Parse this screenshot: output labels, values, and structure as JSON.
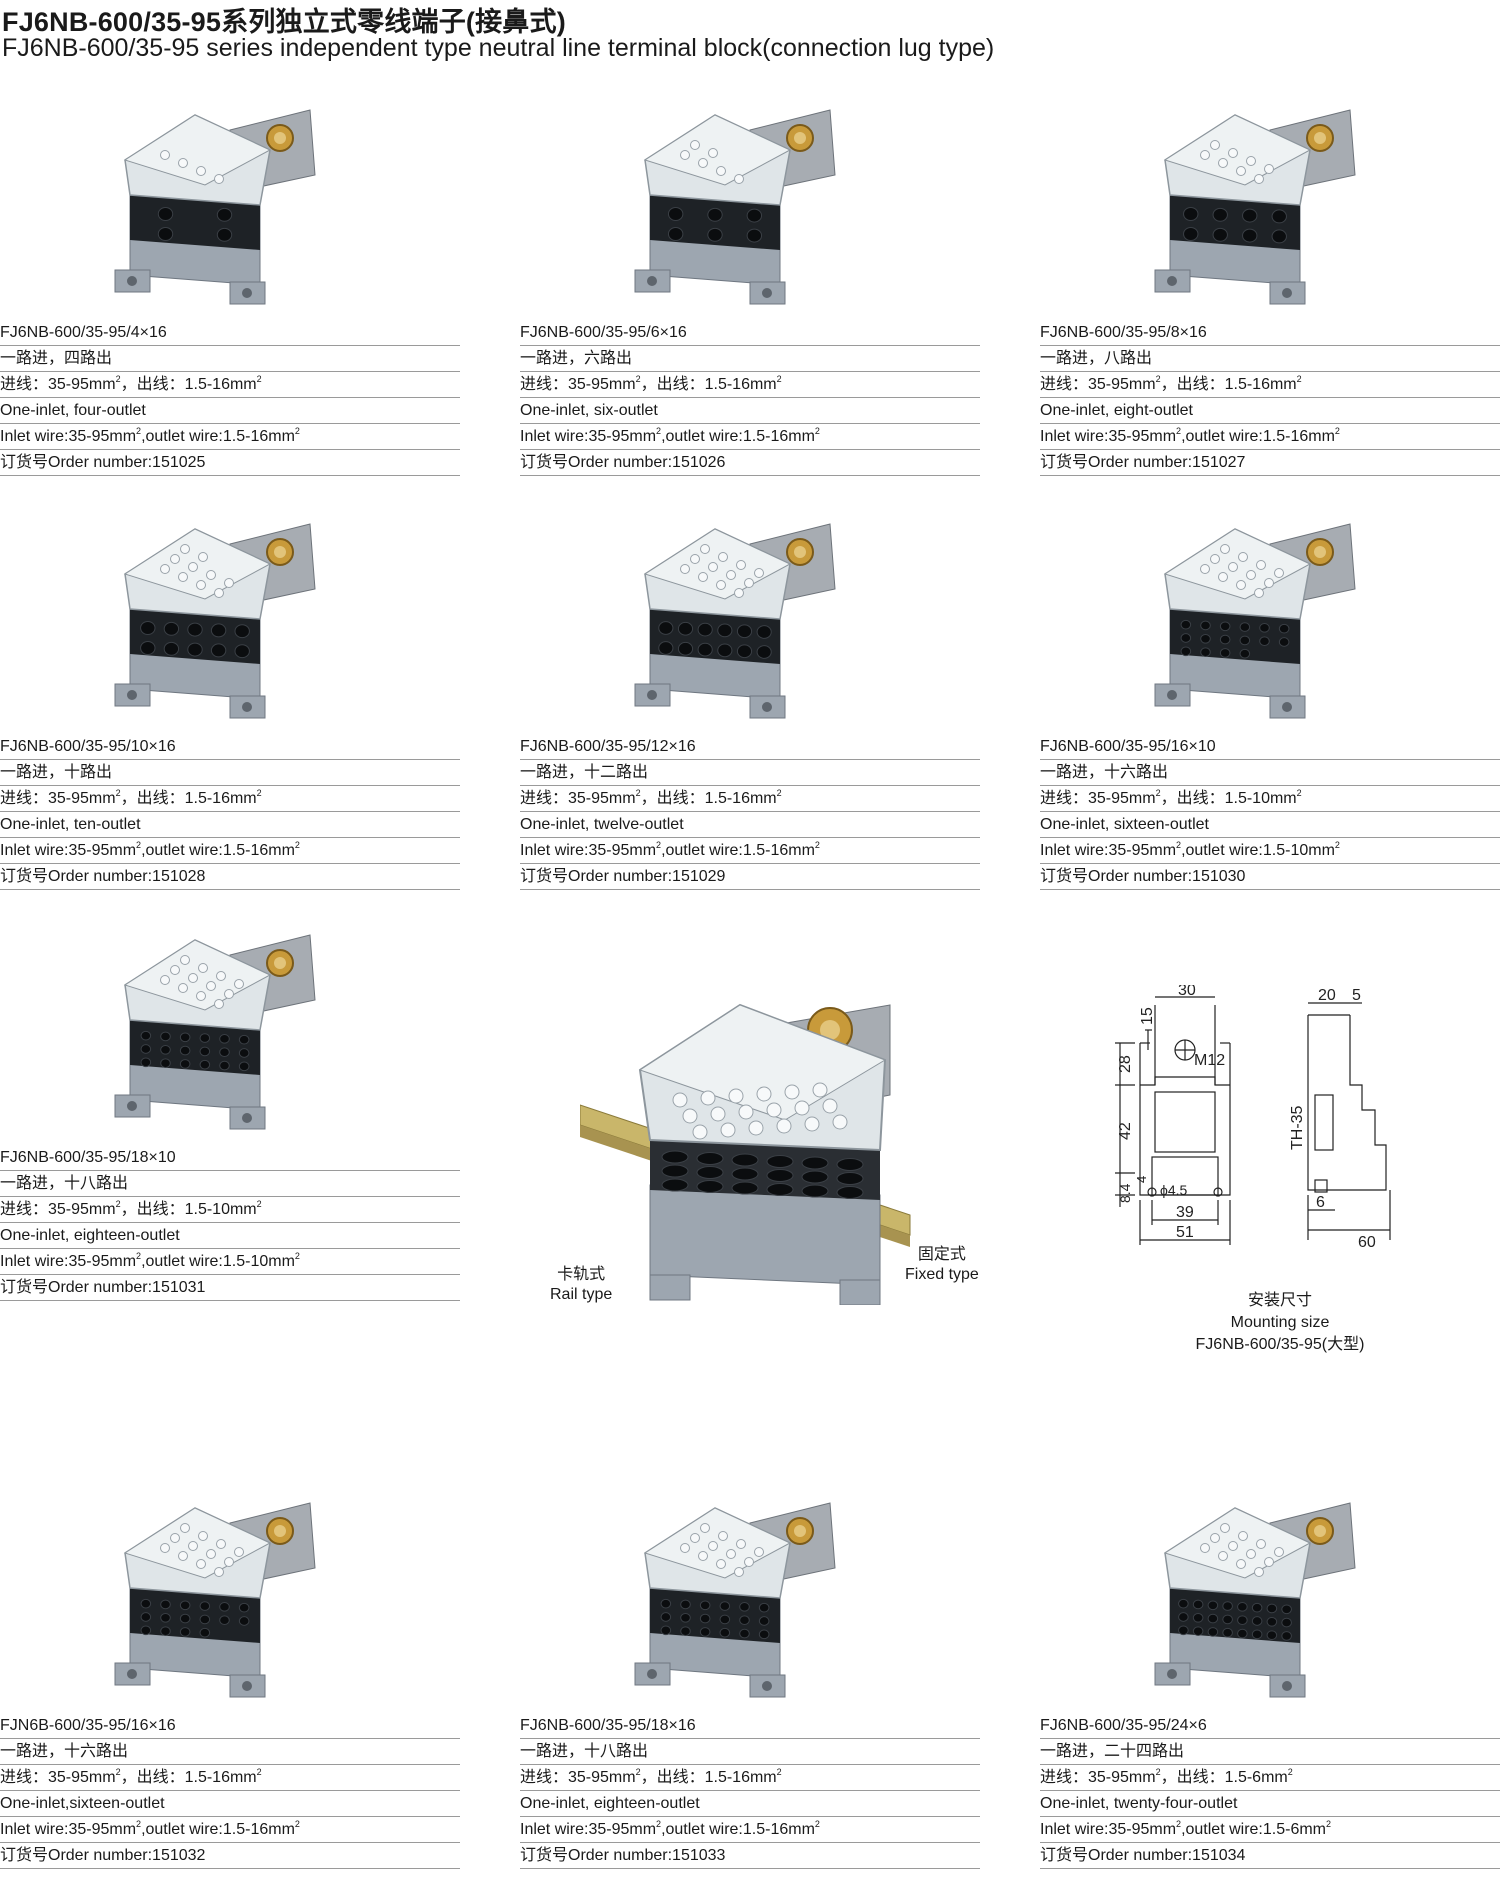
{
  "header": {
    "title_cn": "FJ6NB-600/35-95系列独立式零线端子(接鼻式)",
    "title_en": "FJ6NB-600/35-95 series independent type neutral line terminal block(connection lug type)"
  },
  "products": [
    {
      "model": "FJ6NB-600/35-95/4×16",
      "desc_cn": "一路进，四路出",
      "wire_cn_a": "进线：35-95mm",
      "wire_cn_b": "，出线：1.5-16mm",
      "desc_en": "One-inlet, four-outlet",
      "wire_en_a": "Inlet wire:35-95mm",
      "wire_en_b": ",outlet wire:1.5-16mm",
      "order": "订货号Order number:151025",
      "holes": 4
    },
    {
      "model": "FJ6NB-600/35-95/6×16",
      "desc_cn": "一路进，六路出",
      "wire_cn_a": "进线：35-95mm",
      "wire_cn_b": "，出线：1.5-16mm",
      "desc_en": "One-inlet, six-outlet",
      "wire_en_a": "Inlet wire:35-95mm",
      "wire_en_b": ",outlet wire:1.5-16mm",
      "order": "订货号Order number:151026",
      "holes": 6
    },
    {
      "model": "FJ6NB-600/35-95/8×16",
      "desc_cn": "一路进，八路出",
      "wire_cn_a": "进线：35-95mm",
      "wire_cn_b": "，出线：1.5-16mm",
      "desc_en": "One-inlet, eight-outlet",
      "wire_en_a": "Inlet wire:35-95mm",
      "wire_en_b": ",outlet wire:1.5-16mm",
      "order": "订货号Order number:151027",
      "holes": 8
    },
    {
      "model": "FJ6NB-600/35-95/10×16",
      "desc_cn": "一路进，十路出",
      "wire_cn_a": "进线：35-95mm",
      "wire_cn_b": "，出线：1.5-16mm",
      "desc_en": "One-inlet, ten-outlet",
      "wire_en_a": "Inlet wire:35-95mm",
      "wire_en_b": ",outlet wire:1.5-16mm",
      "order": "订货号Order number:151028",
      "holes": 10
    },
    {
      "model": "FJ6NB-600/35-95/12×16",
      "desc_cn": "一路进，十二路出",
      "wire_cn_a": "进线：35-95mm",
      "wire_cn_b": "，出线：1.5-16mm",
      "desc_en": "One-inlet, twelve-outlet",
      "wire_en_a": "Inlet wire:35-95mm",
      "wire_en_b": ",outlet wire:1.5-16mm",
      "order": "订货号Order number:151029",
      "holes": 12
    },
    {
      "model": "FJ6NB-600/35-95/16×10",
      "desc_cn": "一路进，十六路出",
      "wire_cn_a": "进线：35-95mm",
      "wire_cn_b": "，出线：1.5-10mm",
      "desc_en": "One-inlet, sixteen-outlet",
      "wire_en_a": "Inlet wire:35-95mm",
      "wire_en_b": ",outlet wire:1.5-10mm",
      "order": "订货号Order number:151030",
      "holes": 16
    },
    {
      "model": "FJ6NB-600/35-95/18×10",
      "desc_cn": "一路进，十八路出",
      "wire_cn_a": "进线：35-95mm",
      "wire_cn_b": "，出线：1.5-10mm",
      "desc_en": "One-inlet, eighteen-outlet",
      "wire_en_a": "Inlet wire:35-95mm",
      "wire_en_b": ",outlet wire:1.5-10mm",
      "order": "订货号Order number:151031",
      "holes": 18
    },
    {
      "model": "FJN6B-600/35-95/16×16",
      "desc_cn": "一路进，十六路出",
      "wire_cn_a": "进线：35-95mm",
      "wire_cn_b": "，出线：1.5-16mm",
      "desc_en": "One-inlet,sixteen-outlet",
      "wire_en_a": "Inlet wire:35-95mm",
      "wire_en_b": ",outlet wire:1.5-16mm",
      "order": "订货号Order number:151032",
      "holes": 16
    },
    {
      "model": "FJ6NB-600/35-95/18×16",
      "desc_cn": "一路进，十八路出",
      "wire_cn_a": "进线：35-95mm",
      "wire_cn_b": "，出线：1.5-16mm",
      "desc_en": "One-inlet, eighteen-outlet",
      "wire_en_a": "Inlet wire:35-95mm",
      "wire_en_b": ",outlet wire:1.5-16mm",
      "order": "订货号Order number:151033",
      "holes": 18
    },
    {
      "model": "FJ6NB-600/35-95/24×6",
      "desc_cn": "一路进，二十四路出",
      "wire_cn_a": "进线：35-95mm",
      "wire_cn_b": "，出线：1.5-6mm",
      "desc_en": "One-inlet, twenty-four-outlet",
      "wire_en_a": "Inlet wire:35-95mm",
      "wire_en_b": ",outlet wire:1.5-6mm",
      "order": "订货号Order number:151034",
      "holes": 24
    }
  ],
  "superscript": "2",
  "center": {
    "rail_cn": "卡轨式",
    "rail_en": "Rail type",
    "fixed_cn": "固定式",
    "fixed_en": "Fixed type"
  },
  "drawing": {
    "dims": [
      "30",
      "15",
      "28",
      "M12",
      "42",
      "4",
      "8.4",
      "ϕ4.5",
      "39",
      "51",
      "20",
      "5",
      "TH-35",
      "6",
      "60"
    ],
    "caption_cn": "安装尺寸",
    "caption_en": "Mounting size",
    "caption_model": "FJ6NB-600/35-95(大型)"
  },
  "colors": {
    "housing": "#9da6b0",
    "cover": "#dfe5e8",
    "hole": "#1e2226",
    "lug": "#a7acb2",
    "bolt": "#c89a3a",
    "rule": "#9a9a9a"
  }
}
